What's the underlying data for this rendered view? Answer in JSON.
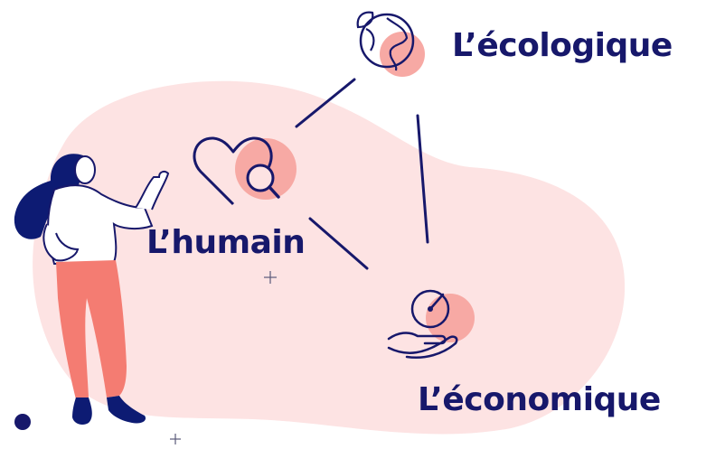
{
  "labels": {
    "ecologique": "L’écologique",
    "humain": "L’humain",
    "economique": "L’économique"
  },
  "colors": {
    "navy": "#17186b",
    "blob": "#fde3e3",
    "accent": "#f7a9a4",
    "pants": "#f47c72",
    "hair": "#0d1b73"
  },
  "icons": [
    "globe-leaf-icon",
    "heart-search-icon",
    "hand-gauge-icon"
  ]
}
